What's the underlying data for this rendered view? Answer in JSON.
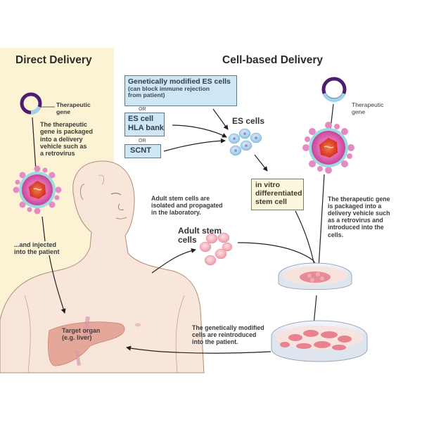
{
  "sections": {
    "direct": {
      "title": "Direct Delivery"
    },
    "cell_based": {
      "title": "Cell-based Delivery"
    }
  },
  "direct": {
    "gene_label": "Therapeutic\ngene",
    "packaging_text": "The therapeutic\ngene is packaged\ninto a delivery\nvehicle such as\na retrovirus",
    "injection_text": "...and injected\ninto the patient",
    "target_organ": "Target organ\n(e.g. liver)"
  },
  "cell_based": {
    "source_boxes": [
      {
        "title": "Genetically modified ES cells",
        "subtitle": "(can block immune rejection\nfrom patient)"
      },
      {
        "title": "ES cell\nHLA bank"
      },
      {
        "title": "SCNT"
      }
    ],
    "or_label": "OR",
    "es_cells_label": "ES cells",
    "in_vitro_box": "in vitro\ndifferentiated\nstem cell",
    "gene_label": "Therapeutic\ngene",
    "packaging_text": "The therapeutic gene\nis packaged into a\ndelivery vehicle such\nas a retrovirus and\nintroduced into the\ncells.",
    "adult_isolated_text": "Adult stem cells are\nisolated and propagated\nin the laboratory.",
    "adult_cells_label": "Adult stem\ncells",
    "reintroduce_text": "The genetically modified\ncells are reintroduced\ninto the patient."
  },
  "colors": {
    "direct_panel": "#fbf3d3",
    "box_blue": "#cfe6f4",
    "box_yellow": "#fbf6dc",
    "plasmid": "#4b1f6e",
    "gene_segment": "#9fd3ea",
    "virus_outer": "#e58ac4",
    "virus_shell": "#9ed8e0",
    "virus_core": "#e0402a",
    "skin": "#f8e6da",
    "liver": "#e4a294",
    "es_cell": "#a9d3ef",
    "adult_cell": "#f3aeb9"
  }
}
